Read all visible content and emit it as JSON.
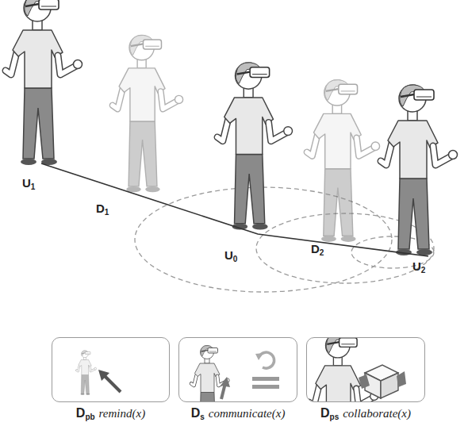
{
  "diagram": {
    "nodes": [
      {
        "text": [
          "Dpb",
          "remind(x)"
        ]
      },
      {
        "text": [
          "Ds",
          "communicate(x)"
        ]
      },
      {
        "text": [
          "Dps",
          "collaborate(x)"
        ]
      }
    ],
    "labels": [
      "U1",
      "D1",
      "U0",
      "D2",
      "U2"
    ]
  }
}
